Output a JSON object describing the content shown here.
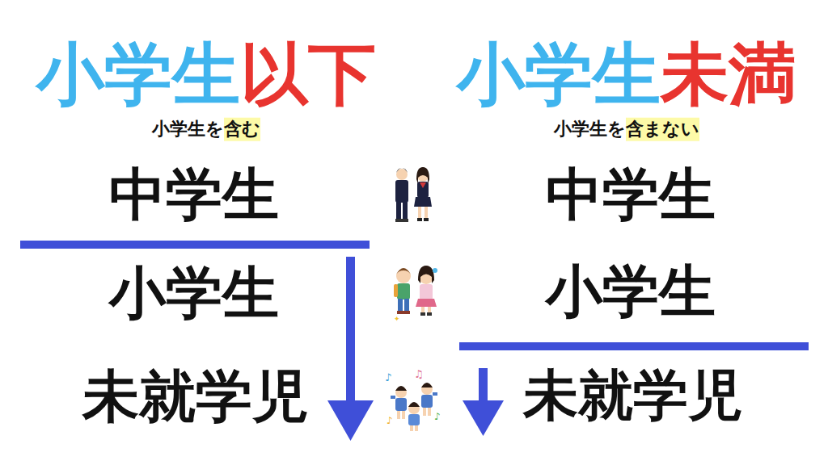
{
  "diagram": {
    "labels": [
      "小学生",
      "以下",
      "小学生",
      "未満",
      "小学生を",
      "含む",
      "小学生を",
      "含まない",
      "中学生",
      "中学生",
      "小学生",
      "小学生",
      "未就学児",
      "未就学児"
    ]
  }
}
